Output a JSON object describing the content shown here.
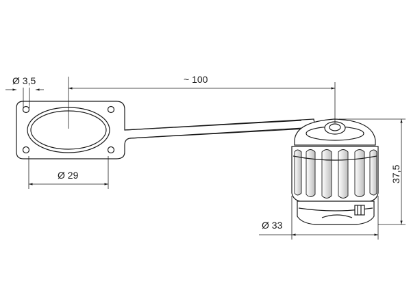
{
  "dimensions": {
    "hole_diameter": "Ø 3,5",
    "length": "~ 100",
    "panel_cutout_diameter": "Ø 29",
    "cap_diameter": "Ø 33",
    "cap_height": "37,5"
  },
  "colors": {
    "outline": "#1a1a1a",
    "hidden_line": "#555555"
  }
}
